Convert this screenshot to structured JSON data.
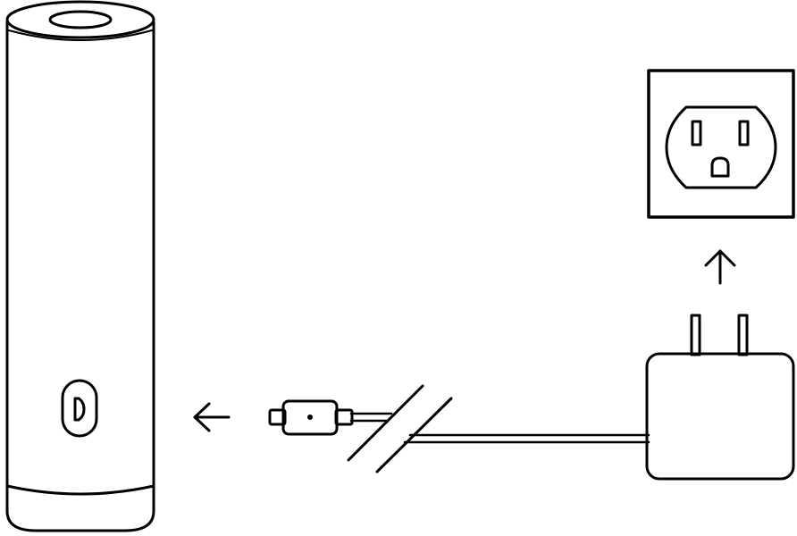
{
  "diagram": {
    "description": "",
    "elements": [
      "cylindrical-device",
      "device-port",
      "arrow-left-icon",
      "usb-c-connector",
      "cable-break-marks",
      "power-cable",
      "power-adapter",
      "adapter-prongs",
      "arrow-up-icon",
      "wall-outlet"
    ],
    "colors": {
      "line": "#000000",
      "background": "#ffffff"
    }
  }
}
